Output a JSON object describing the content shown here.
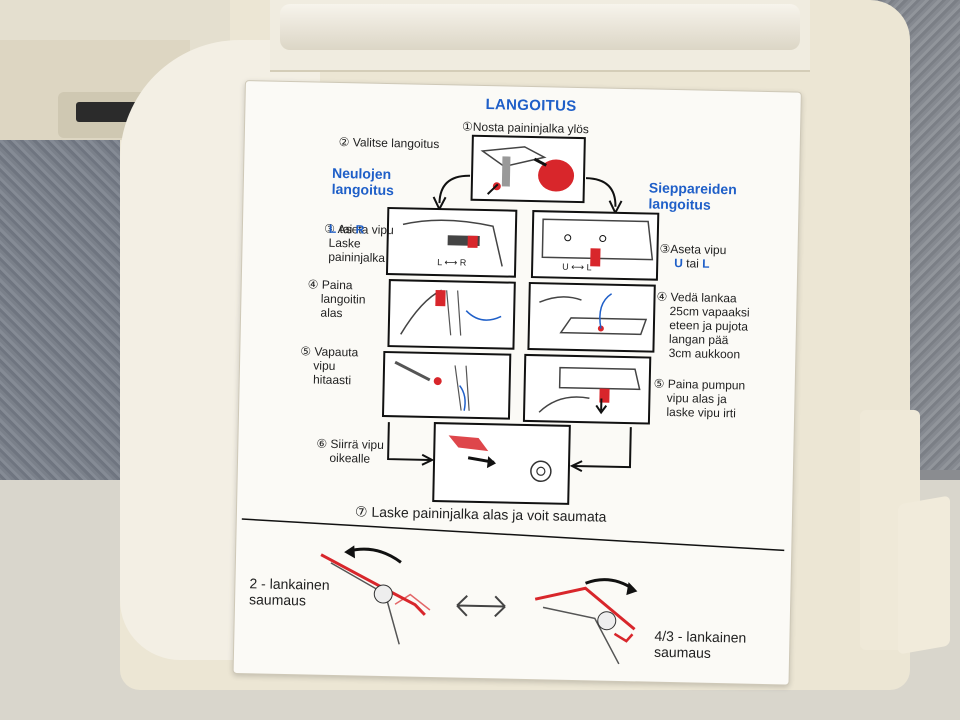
{
  "manual": {
    "title": "LANGOITUS",
    "step1": "①Nosta paininjalka ylös",
    "step2": "② Valitse langoitus",
    "left_heading": "Neulojen\nlangoitus",
    "right_heading": "Sieppareiden\nlangoitus",
    "left_step3": {
      "num": "③",
      "text_a": "Aseta vipu",
      "opt_l": "L",
      "mid": " tai ",
      "opt_r": "R",
      "text_b": "Laske\npaininjalka"
    },
    "left_step4": "④ Paina\n    langoitin\n    alas",
    "left_step5": "⑤ Vapauta\n    vipu\n    hitaasti",
    "right_step3": {
      "num": "③",
      "text_a": "Aseta vipu",
      "opt_u": "U",
      "mid": " tai ",
      "opt_l": "L"
    },
    "right_step4": "④ Vedä lankaa\n    25cm vapaaksi\n    eteen ja pujota\n    langan pää\n    3cm aukkoon",
    "right_step5": "⑤ Paina pumpun\n    vipu alas ja\n    laske vipu irti",
    "step6": "⑥ Siirrä vipu\n    oikealle",
    "step7": "⑦ Laske paininjalka alas ja voit saumata",
    "bottom_left": "2 - lankainen\nsaumaus",
    "bottom_right": "4/3 - lankainen\nsaumaus",
    "lever_labels": {
      "left_right": "L ⟷ R",
      "up_left": "U ⟷ L"
    }
  },
  "colors": {
    "accent_red": "#d8262b",
    "heading_blue": "#1f5fc8",
    "paper": "#fbfaf6",
    "machine": "#ece6d4"
  }
}
